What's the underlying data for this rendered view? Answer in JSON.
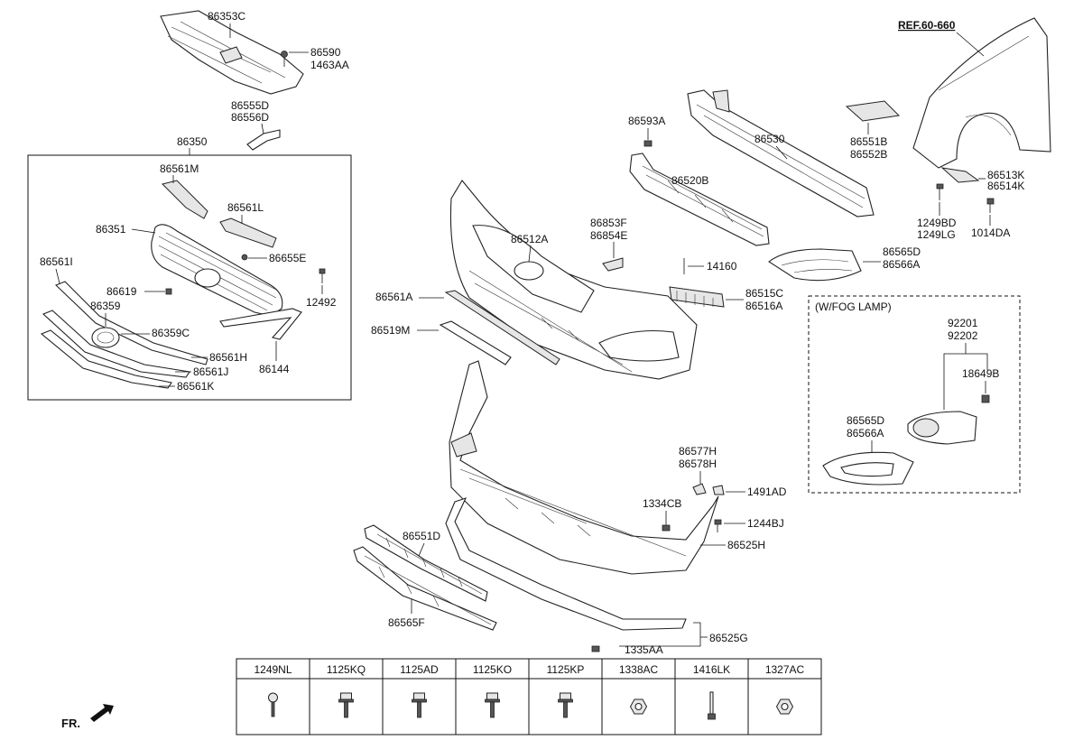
{
  "reference": "REF.60-660",
  "orientation": "FR.",
  "callouts": {
    "c86353C": "86353C",
    "c86590": "86590",
    "c1463AA": "1463AA",
    "c86555D": "86555D",
    "c86556D": "86556D",
    "c86350": "86350",
    "c86561M": "86561M",
    "c86561L": "86561L",
    "c86351": "86351",
    "c86655E": "86655E",
    "c86561I": "86561I",
    "c86619": "86619",
    "c12492": "12492",
    "c86359": "86359",
    "c86359C": "86359C",
    "c86561H": "86561H",
    "c86144": "86144",
    "c86561J": "86561J",
    "c86561K": "86561K",
    "c86593A": "86593A",
    "c86530": "86530",
    "c86551B": "86551B",
    "c86552B": "86552B",
    "c86513K": "86513K",
    "c86514K": "86514K",
    "c1249BD": "1249BD",
    "c1249LG": "1249LG",
    "c1014DA": "1014DA",
    "c86520B": "86520B",
    "c86853F": "86853F",
    "c86854E": "86854E",
    "c86512A": "86512A",
    "c14160": "14160",
    "c86565D_top": "86565D",
    "c86566A_top": "86566A",
    "c86561A": "86561A",
    "c86515C": "86515C",
    "c86516A": "86516A",
    "c86519M": "86519M",
    "c92201": "92201",
    "c92202": "92202",
    "c18649B": "18649B",
    "c86565D_fog": "86565D",
    "c86566A_fog": "86566A",
    "c86577H": "86577H",
    "c86578H": "86578H",
    "c1334CB": "1334CB",
    "c1491AD": "1491AD",
    "c1244BJ": "1244BJ",
    "c86525H": "86525H",
    "c86551D": "86551D",
    "c86565F": "86565F",
    "c86525G": "86525G",
    "c1335AA": "1335AA"
  },
  "fog_lamp_box_label": "(W/FOG LAMP)",
  "fasteners": [
    {
      "code": "1249NL",
      "icon": "bolt-icon"
    },
    {
      "code": "1125KQ",
      "icon": "flange-bolt-icon"
    },
    {
      "code": "1125AD",
      "icon": "flange-bolt-icon"
    },
    {
      "code": "1125KO",
      "icon": "flange-bolt-icon"
    },
    {
      "code": "1125KP",
      "icon": "flange-bolt-icon"
    },
    {
      "code": "1338AC",
      "icon": "nut-icon"
    },
    {
      "code": "1416LK",
      "icon": "pin-icon"
    },
    {
      "code": "1327AC",
      "icon": "nut-icon"
    }
  ]
}
